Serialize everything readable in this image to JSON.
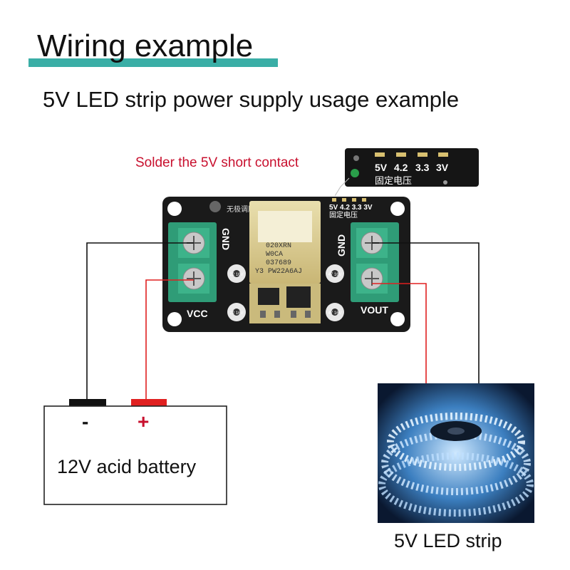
{
  "header": {
    "title": "Wiring example",
    "subtitle": "5V LED strip power supply usage example"
  },
  "callout": {
    "text": "Solder the 5V short contact",
    "pads": [
      "5V",
      "4.2",
      "3.3",
      "3V"
    ],
    "cn_label": "固定电压"
  },
  "board": {
    "gnd_left": "GND",
    "gnd_right": "GND",
    "vcc": "VCC",
    "vout": "VOUT",
    "pot_label": "无极调压",
    "pads_label": "5V 4.2 3.3 3V",
    "cn_label": "固定电压",
    "module_lines": [
      "020XRN",
      "W0CA",
      "037689",
      "Y3 PW22A6AJ"
    ],
    "cap_labels": [
      "22 16V",
      "22 16V",
      "47 16V",
      "47 16V"
    ]
  },
  "battery": {
    "label": "12V acid battery",
    "minus": "-",
    "plus": "+"
  },
  "led": {
    "label": "5V LED strip"
  },
  "colors": {
    "accent": "#3aaea6",
    "callout": "#c8102e",
    "wire_red": "#e02020",
    "wire_black": "#111111",
    "terminal": "#2f9c77",
    "pcb": "#1a1a1a"
  }
}
